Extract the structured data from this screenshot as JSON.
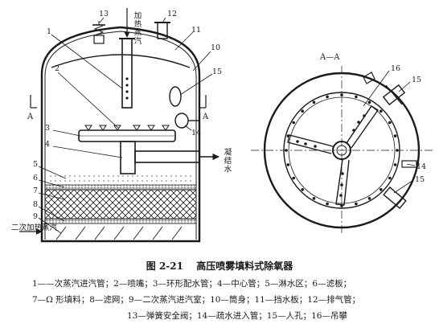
{
  "diagram": {
    "steam_inlet_label": "加热蒸汽",
    "condensate_label": "凝结水",
    "second_steam_label": "二次加热蒸汽",
    "section_title": "A—A",
    "section_marker": "A",
    "callouts_left": [
      "1",
      "2",
      "3",
      "4",
      "5",
      "6",
      "7",
      "8",
      "9",
      "10",
      "11",
      "12",
      "13",
      "14",
      "15"
    ],
    "callouts_right": [
      "16",
      "15",
      "14",
      "15"
    ]
  },
  "caption": {
    "figure_number": "图 2-21",
    "title": "高压喷雾填料式除氧器"
  },
  "legend": {
    "line1": "1——次蒸汽进汽管；2—喷嘴；3—环形配水管；4—中心管；5—淋水区；6—滤板；",
    "line2": "7—Ω 形填料；8—滤网；9—二次蒸汽进汽室；10—筒身；11—挡水板；12—排气管；",
    "line3": "13—弹簧安全阀；14—疏水进入管；15—人孔；16—吊攀"
  }
}
